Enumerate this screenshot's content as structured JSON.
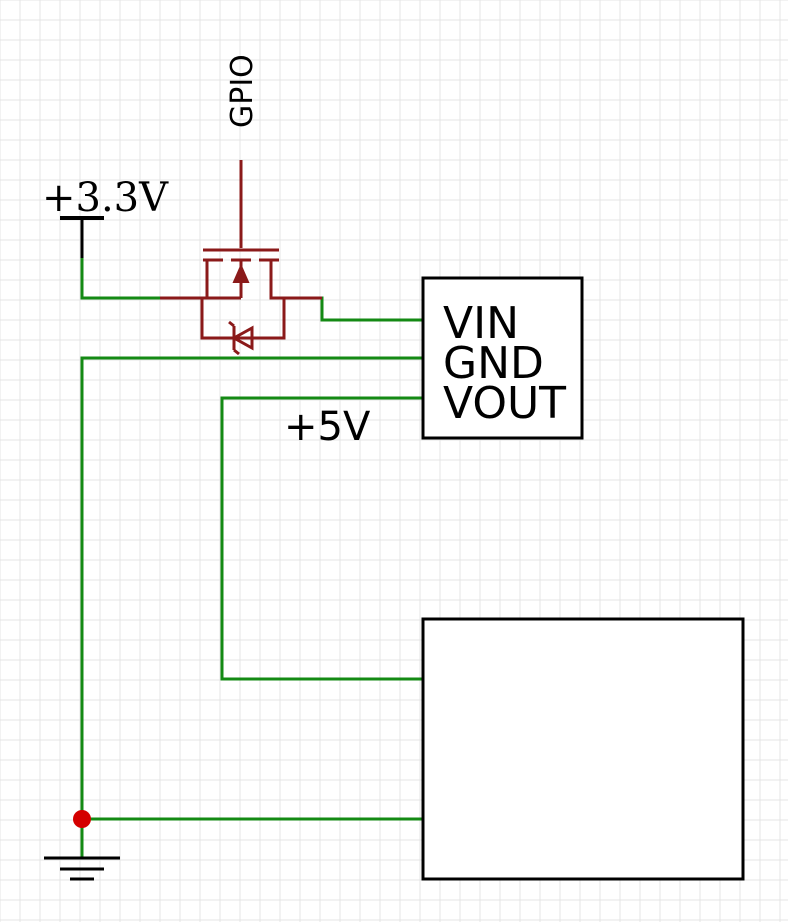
{
  "labels": {
    "gpio": "GPIO",
    "v33": "+3.3V",
    "v5": "+5V"
  },
  "module": {
    "pins": [
      "VIN",
      "GND",
      "VOUT"
    ]
  },
  "colors": {
    "wire": "#148a14",
    "mosfet": "#8b1a1a",
    "junction": "#d40000",
    "grid": "#e4e4e4"
  },
  "icons": [
    "ground-icon",
    "vcc-rail-icon",
    "pmos-transistor-icon",
    "body-diode-icon",
    "junction-dot-icon"
  ]
}
